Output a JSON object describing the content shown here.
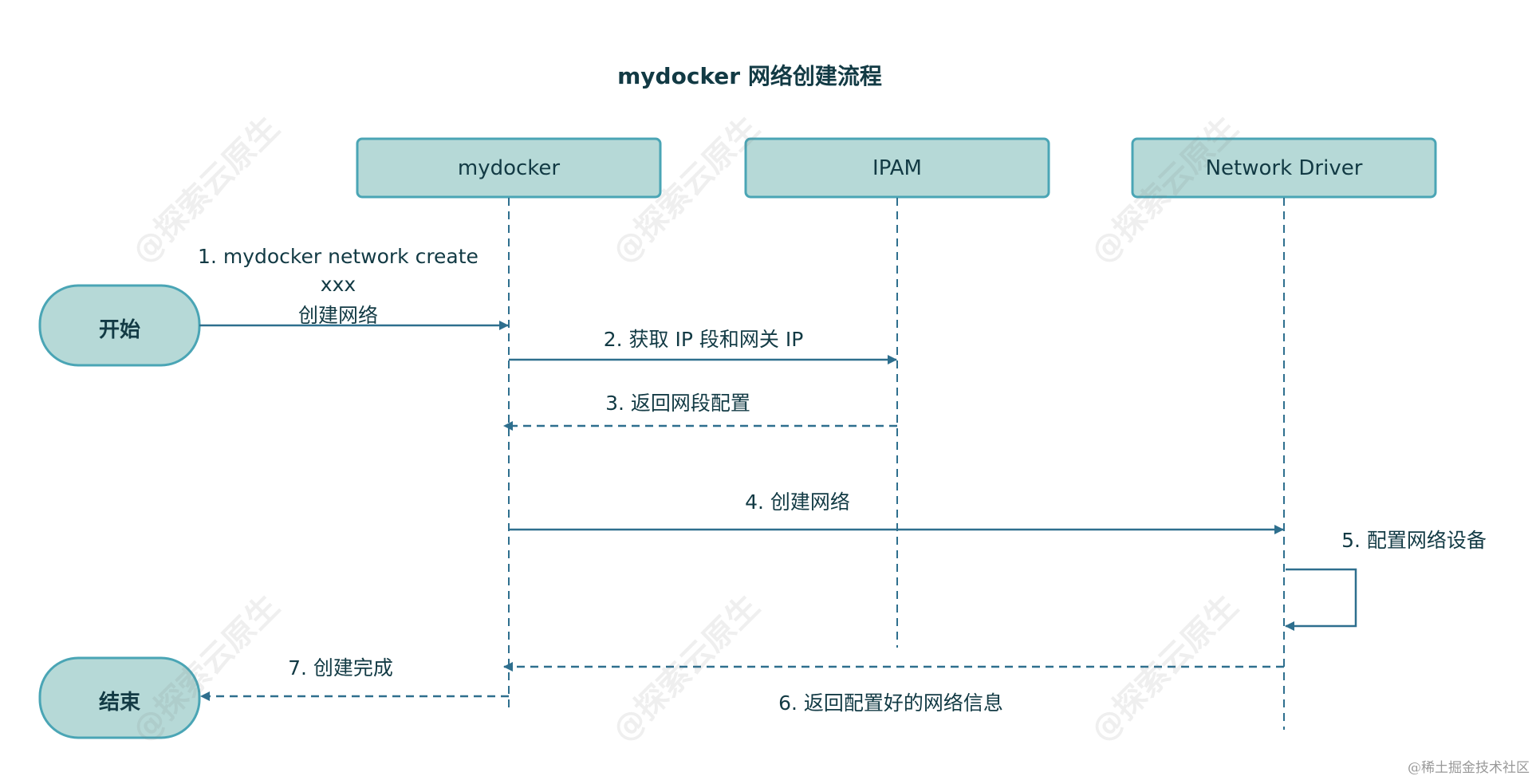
{
  "diagram": {
    "title": "mydocker 网络创建流程",
    "participants": [
      {
        "id": "mydocker",
        "label": "mydocker"
      },
      {
        "id": "ipam",
        "label": "IPAM"
      },
      {
        "id": "driver",
        "label": "Network Driver"
      }
    ],
    "terminals": {
      "start": "开始",
      "end": "结束"
    },
    "messages": {
      "m1_line1": "1. mydocker  network create",
      "m1_line2": "xxx",
      "m1_line3": "创建网络",
      "m2": "2. 获取 IP 段和网关 IP",
      "m3": "3. 返回网段配置",
      "m4": "4. 创建网络",
      "m5": "5. 配置网络设备",
      "m6": "6. 返回配置好的网络信息",
      "m7": "7. 创建完成"
    },
    "watermark": "@探索云原生",
    "credit": "@稀土掘金技术社区",
    "colors": {
      "box_fill": "#b6d9d7",
      "box_stroke": "#4aa5b5",
      "line": "#2e6f8e",
      "text": "#123a44"
    }
  }
}
